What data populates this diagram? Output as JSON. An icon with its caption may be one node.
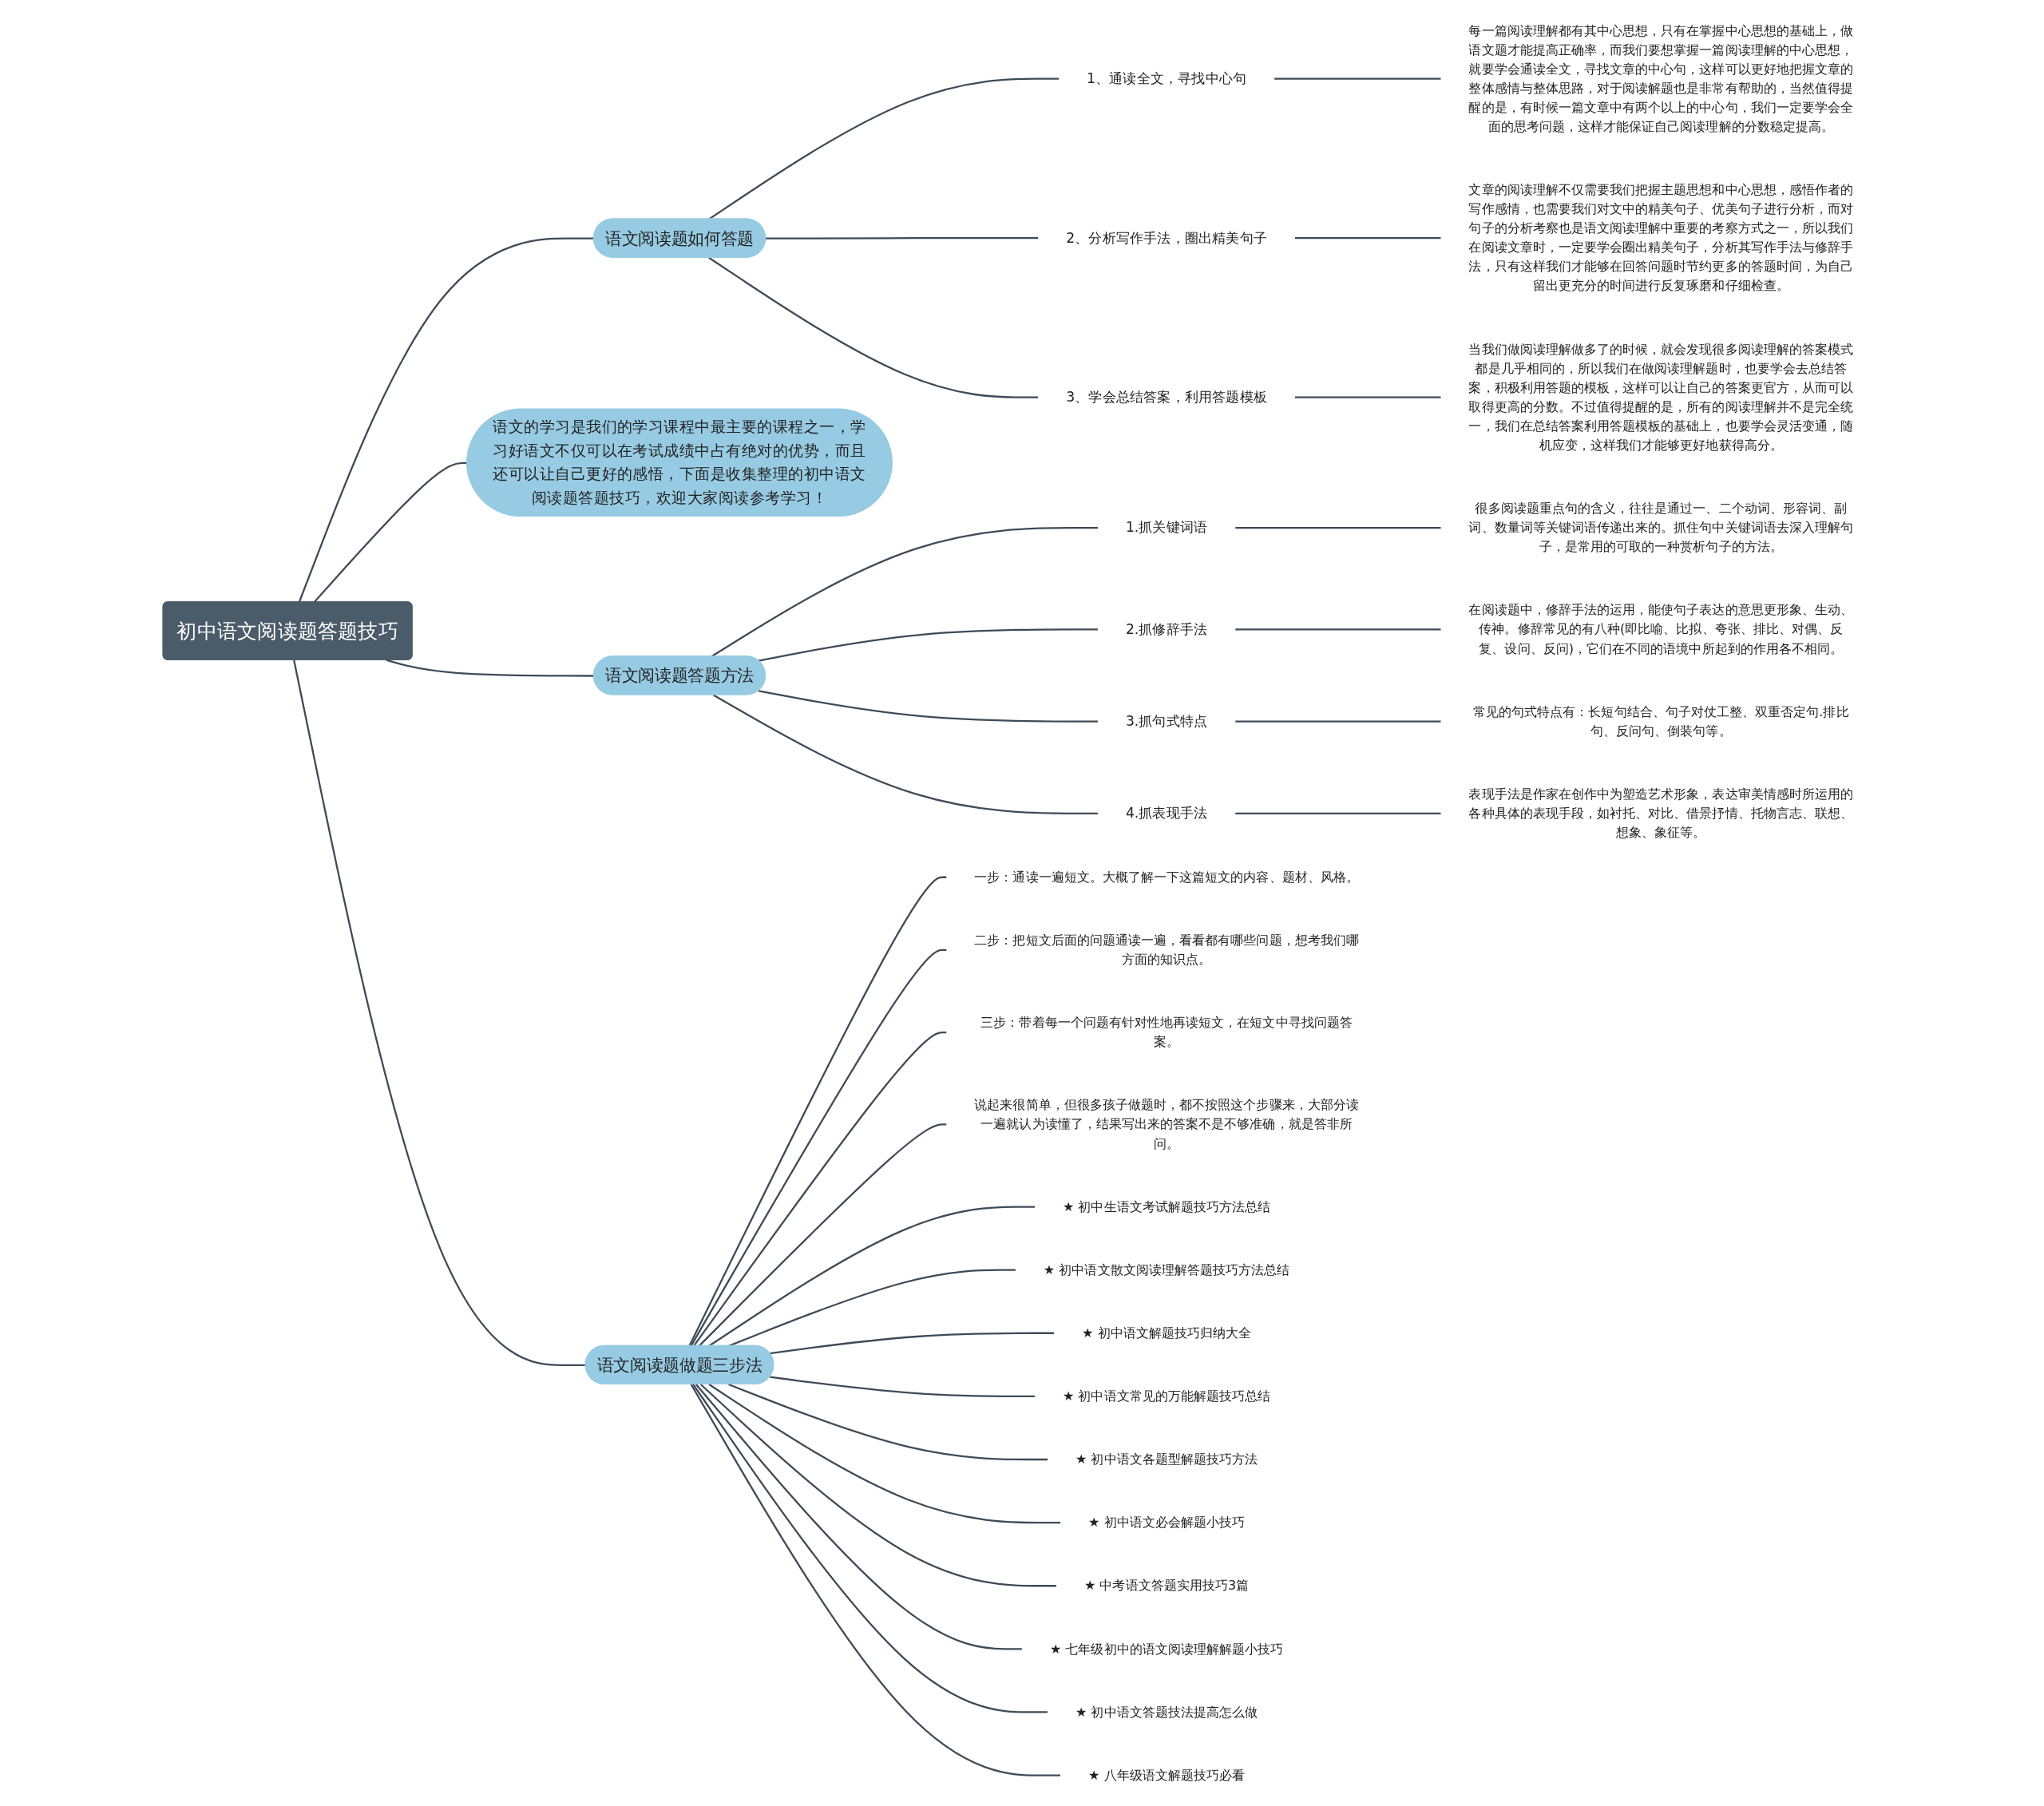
{
  "diagram": {
    "nodes": [
      {
        "text": [
          "初中语文阅读题答题技巧"
        ]
      },
      {
        "text": [
          "语文阅读题如何答题"
        ]
      },
      {
        "text": [
          "1、通读全文，寻找中心句"
        ]
      },
      {
        "text": [
          "每一篇阅读理解都有其中心思想，只有在掌握中心思想的基础上，做语文题才能提高正确率，而我们要想掌握一篇阅读理解的中心思想，就要学会通读全文，寻找文章的中心句，这样可以更好地把握文章的整体感情与整体思路，对于阅读解题也是非常有帮助的，当然值得提醒的是，有时候一篇文章中有两个以上的中心句，我们一定要学会全面的思考问题，这样才能保证自己阅读理解的分数稳定提高。"
        ]
      },
      {
        "text": [
          "2、分析写作手法，圈出精美句子"
        ]
      },
      {
        "text": [
          "文章的阅读理解不仅需要我们把握主题思想和中心思想，感悟作者的写作感情，也需要我们对文中的精美句子、优美句子进行分析，而对句子的分析考察也是语文阅读理解中重要的考察方式之一，所以我们在阅读文章时，一定要学会圈出精美句子，分析其写作手法与修辞手法，只有这样我们才能够在回答问题时节约更多的答题时间，为自己留出更充分的时间进行反复琢磨和仔细检查。"
        ]
      },
      {
        "text": [
          "3、学会总结答案，利用答题模板"
        ]
      },
      {
        "text": [
          "当我们做阅读理解做多了的时候，就会发现很多阅读理解的答案模式都是几乎相同的，所以我们在做阅读理解题时，也要学会去总结答案，积极利用答题的模板，这样可以让自己的答案更官方，从而可以取得更高的分数。不过值得提醒的是，所有的阅读理解并不是完全统一，我们在总结答案利用答题模板的基础上，也要学会灵活变通，随机应变，这样我们才能够更好地获得高分。"
        ]
      },
      {
        "text": [
          "语文的学习是我们的学习课程中最主要的课程之一，学习好语文不仅可以在考试成绩中占有绝对的优势，而且还可以让自己更好的感悟，下面是收集整理的初中语文阅读题答题技巧，欢迎大家阅读参考学习！"
        ]
      },
      {
        "text": [
          "语文阅读题答题方法"
        ]
      },
      {
        "text": [
          "1.抓关键词语"
        ]
      },
      {
        "text": [
          "很多阅读题重点句的含义，往往是通过一、二个动词、形容词、副词、数量词等关键词语传递出来的。抓住句中关键词语去深入理解句子，是常用的可取的一种赏析句子的方法。"
        ]
      },
      {
        "text": [
          "2.抓修辞手法"
        ]
      },
      {
        "text": [
          "在阅读题中，修辞手法的运用，能使句子表达的意思更形象、生动、传神。修辞常见的有八种(即比喻、比拟、夸张、排比、对偶、反复、设问、反问)，它们在不同的语境中所起到的作用各不相同。"
        ]
      },
      {
        "text": [
          "3.抓句式特点"
        ]
      },
      {
        "text": [
          "常见的句式特点有：长短句结合、句子对仗工整、双重否定句.排比句、反问句、倒装句等。"
        ]
      },
      {
        "text": [
          "4.抓表现手法"
        ]
      },
      {
        "text": [
          "表现手法是作家在创作中为塑造艺术形象，表达审美情感时所运用的各种具体的表现手段，如衬托、对比、借景抒情、托物言志、联想、想象、象征等。"
        ]
      },
      {
        "text": [
          "语文阅读题做题三步法"
        ]
      },
      {
        "text": [
          "一步：通读一遍短文。大概了解一下这篇短文的内容、题材、风格。"
        ]
      },
      {
        "text": [
          "二步：把短文后面的问题通读一遍，看看都有哪些问题，想考我们哪方面的知识点。"
        ]
      },
      {
        "text": [
          "三步：带着每一个问题有针对性地再读短文，在短文中寻找问题答案。"
        ]
      },
      {
        "text": [
          "说起来很简单，但很多孩子做题时，都不按照这个步骤来，大部分读一遍就认为读懂了，结果写出来的答案不是不够准确，就是答非所问。"
        ]
      },
      {
        "text": [
          "★ 初中生语文考试解题技巧方法总结"
        ]
      },
      {
        "text": [
          "★ 初中语文散文阅读理解答题技巧方法总结"
        ]
      },
      {
        "text": [
          "★ 初中语文解题技巧归纳大全"
        ]
      },
      {
        "text": [
          "★ 初中语文常见的万能解题技巧总结"
        ]
      },
      {
        "text": [
          "★ 初中语文各题型解题技巧方法"
        ]
      },
      {
        "text": [
          "★ 初中语文必会解题小技巧"
        ]
      },
      {
        "text": [
          "★ 中考语文答题实用技巧3篇"
        ]
      },
      {
        "text": [
          "★ 七年级初中的语文阅读理解解题小技巧"
        ]
      },
      {
        "text": [
          "★ 初中语文答题技法提高怎么做"
        ]
      },
      {
        "text": [
          "★ 八年级语文解题技巧必看"
        ]
      }
    ],
    "edges": [
      {
        "from": 0,
        "to": 1,
        "arrow": "none"
      },
      {
        "from": 1,
        "to": 2,
        "arrow": "none"
      },
      {
        "from": 2,
        "to": 3,
        "arrow": "none"
      },
      {
        "from": 1,
        "to": 4,
        "arrow": "none"
      },
      {
        "from": 4,
        "to": 5,
        "arrow": "none"
      },
      {
        "from": 1,
        "to": 6,
        "arrow": "none"
      },
      {
        "from": 6,
        "to": 7,
        "arrow": "none"
      },
      {
        "from": 0,
        "to": 8,
        "arrow": "none"
      },
      {
        "from": 0,
        "to": 9,
        "arrow": "none"
      },
      {
        "from": 9,
        "to": 10,
        "arrow": "none"
      },
      {
        "from": 10,
        "to": 11,
        "arrow": "none"
      },
      {
        "from": 9,
        "to": 12,
        "arrow": "none"
      },
      {
        "from": 12,
        "to": 13,
        "arrow": "none"
      },
      {
        "from": 9,
        "to": 14,
        "arrow": "none"
      },
      {
        "from": 14,
        "to": 15,
        "arrow": "none"
      },
      {
        "from": 9,
        "to": 16,
        "arrow": "none"
      },
      {
        "from": 16,
        "to": 17,
        "arrow": "none"
      },
      {
        "from": 0,
        "to": 18,
        "arrow": "none"
      },
      {
        "from": 18,
        "to": 19,
        "arrow": "none"
      },
      {
        "from": 18,
        "to": 20,
        "arrow": "none"
      },
      {
        "from": 18,
        "to": 21,
        "arrow": "none"
      },
      {
        "from": 18,
        "to": 22,
        "arrow": "none"
      },
      {
        "from": 18,
        "to": 23,
        "arrow": "none"
      },
      {
        "from": 18,
        "to": 24,
        "arrow": "none"
      },
      {
        "from": 18,
        "to": 25,
        "arrow": "none"
      },
      {
        "from": 18,
        "to": 26,
        "arrow": "none"
      },
      {
        "from": 18,
        "to": 27,
        "arrow": "none"
      },
      {
        "from": 18,
        "to": 28,
        "arrow": "none"
      },
      {
        "from": 18,
        "to": 29,
        "arrow": "none"
      },
      {
        "from": 18,
        "to": 30,
        "arrow": "none"
      },
      {
        "from": 18,
        "to": 31,
        "arrow": "none"
      },
      {
        "from": 18,
        "to": 32,
        "arrow": "none"
      }
    ]
  }
}
